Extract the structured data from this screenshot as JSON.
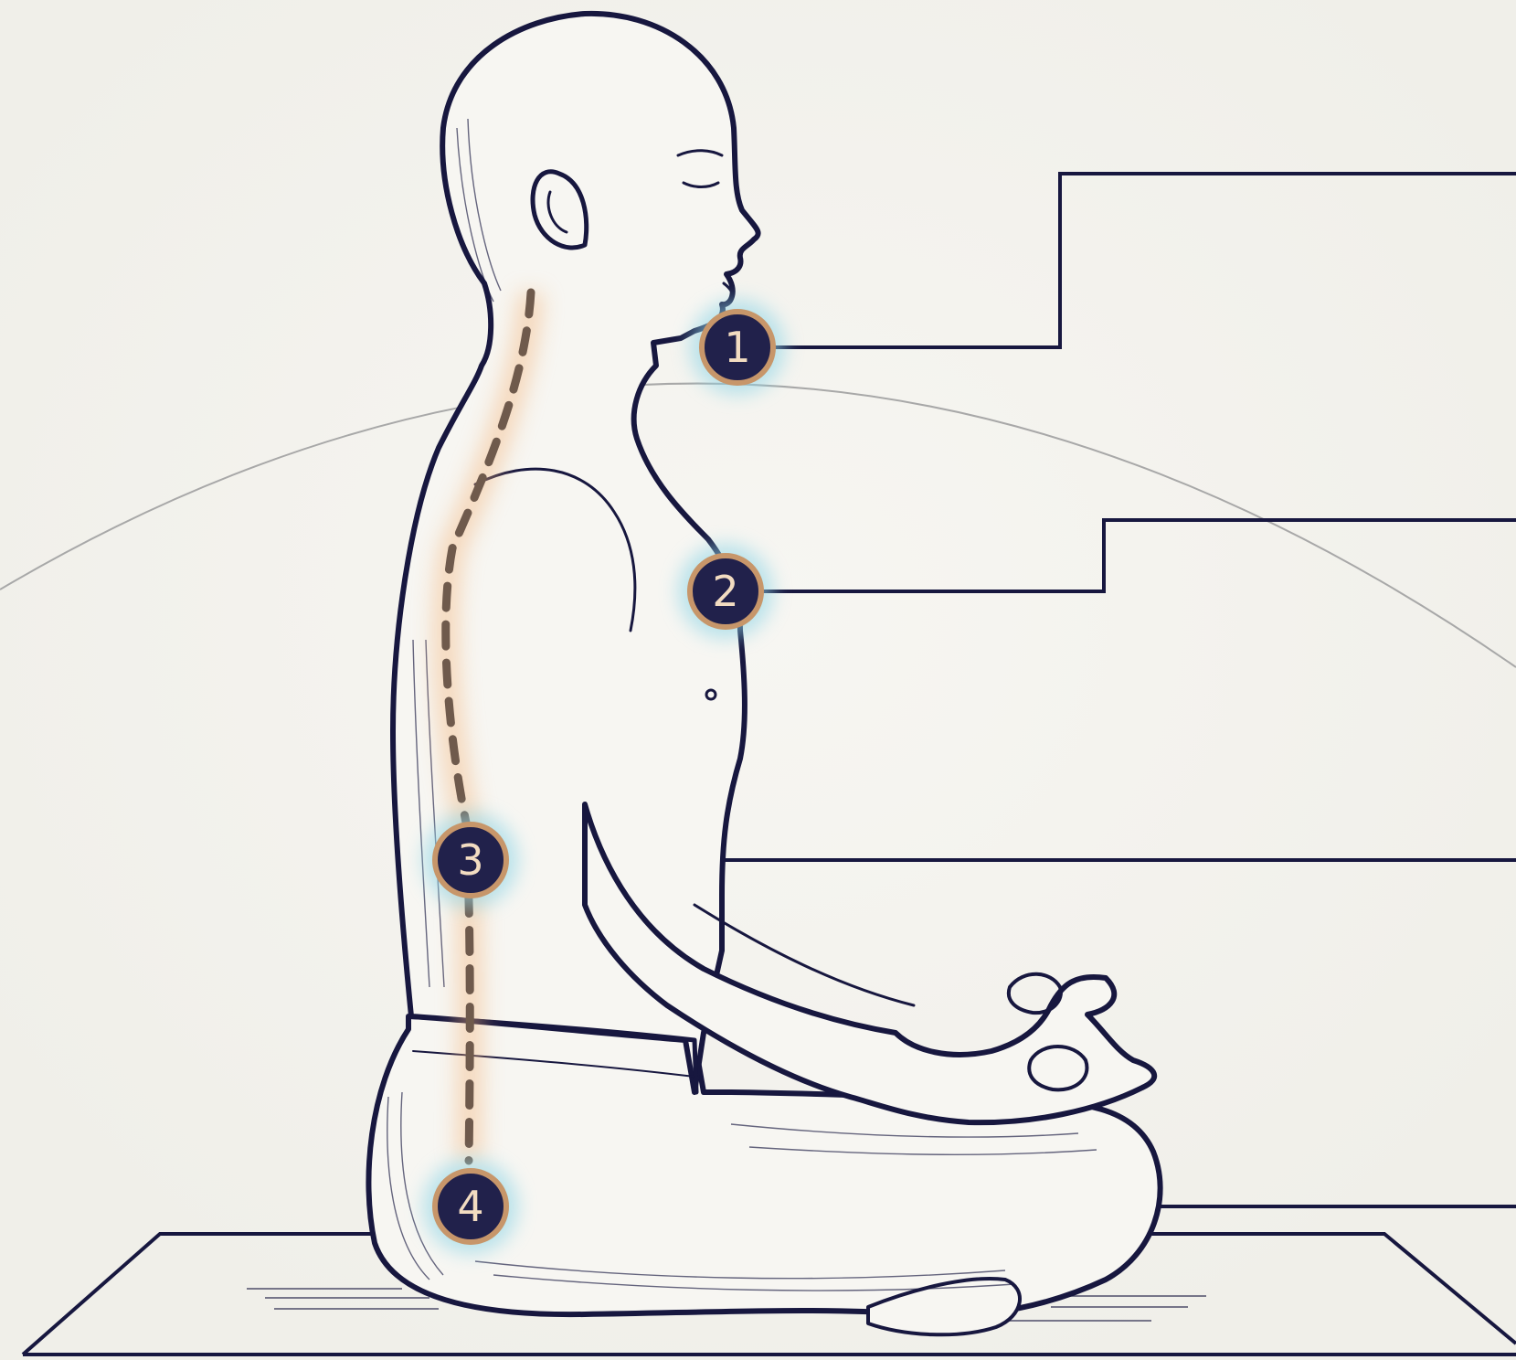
{
  "markers": [
    {
      "label": "1"
    },
    {
      "label": "2"
    },
    {
      "label": "3"
    },
    {
      "label": "4"
    }
  ],
  "icons": {
    "figure": "seated-meditation-figure-icon",
    "spine": "spine-line-icon",
    "mat": "yoga-mat-icon"
  },
  "colors": {
    "background": "#f3f2ed",
    "line": "#17173f",
    "marker_fill": "#21214b",
    "marker_ring": "#c7966a",
    "marker_glow": "#8fd5e6",
    "spine_dash": "#6f5a4c",
    "spine_glow": "#f3b47a",
    "arc": "#a8a8a8"
  }
}
